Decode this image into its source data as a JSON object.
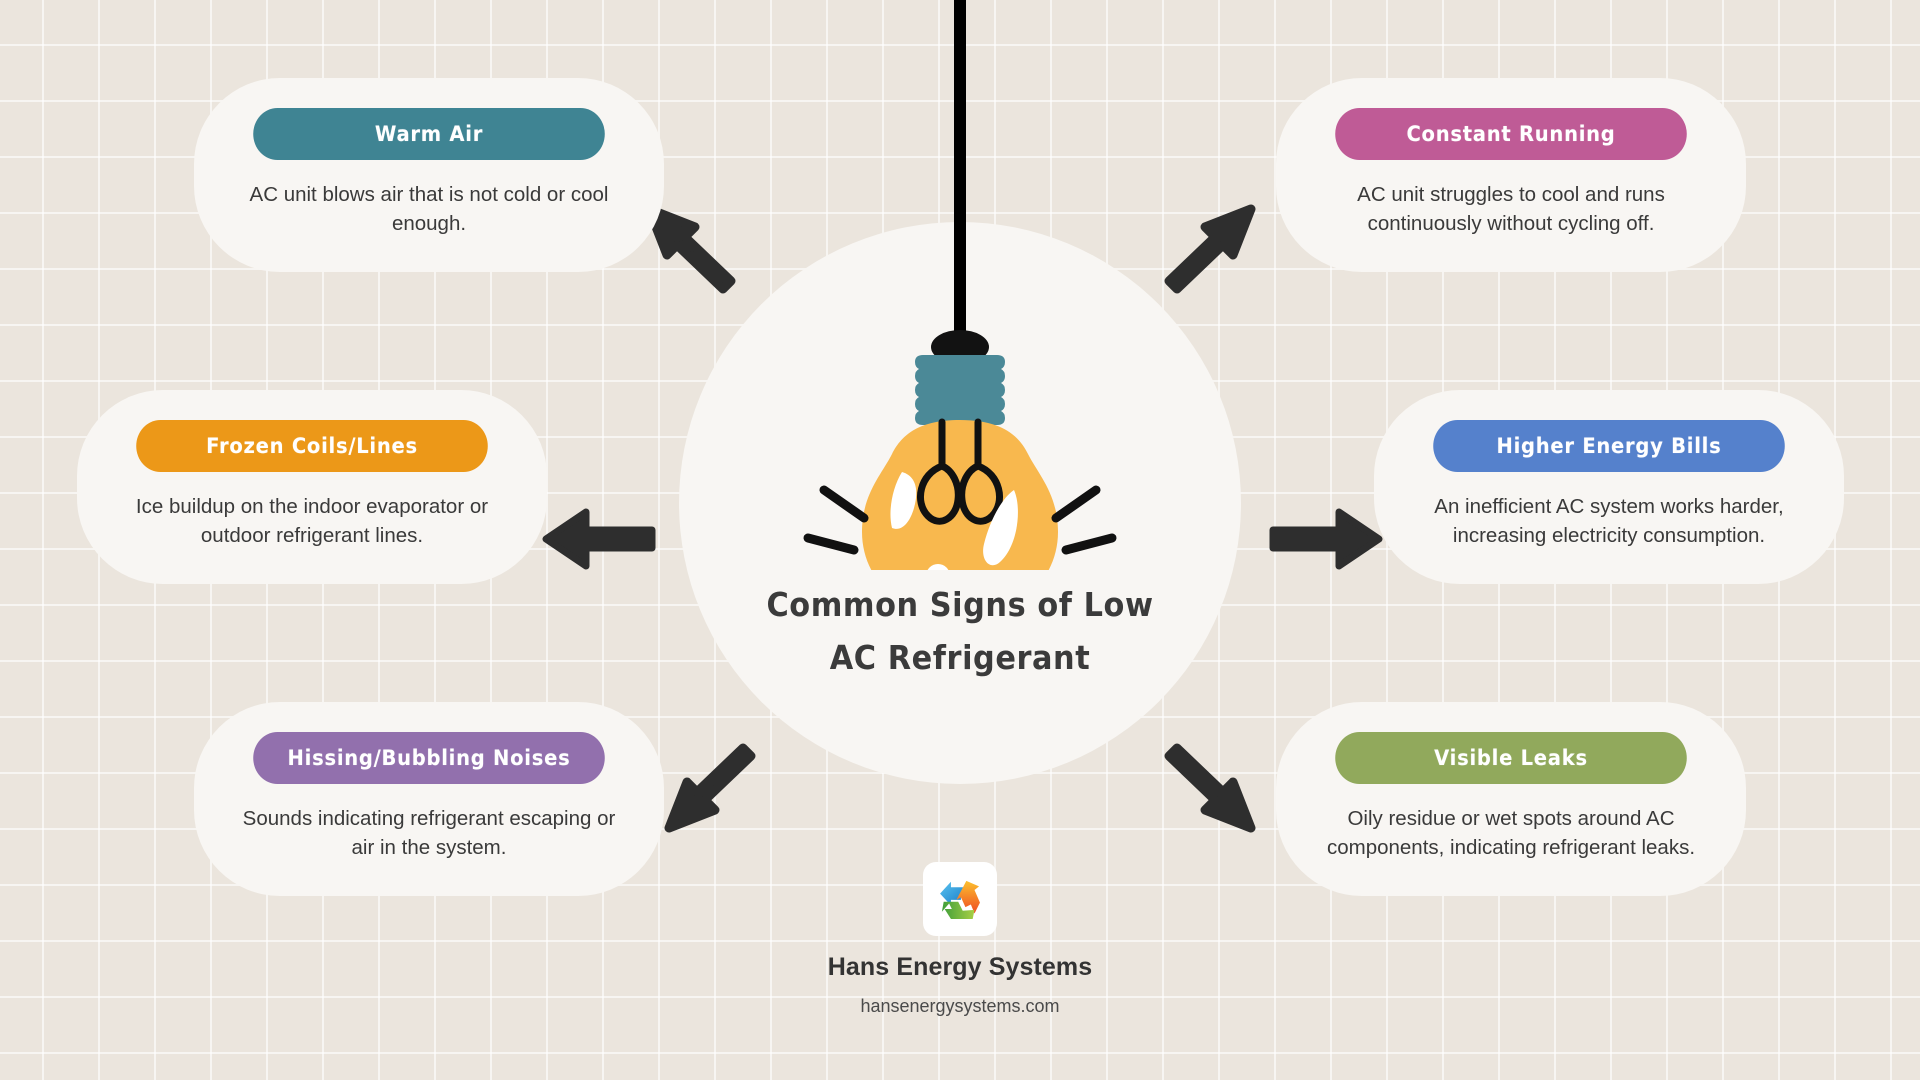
{
  "theme": {
    "background": "#ebe5dd",
    "grid_line": "#f5f1ec",
    "card_bg": "#f8f6f3",
    "hub_bg": "#f8f6f3",
    "arrow_color": "#2e2e2e",
    "title_color": "#3b3b3b",
    "body_text_color": "#3a3a3a"
  },
  "center": {
    "title_line1": "Common Signs of Low",
    "title_line2": "AC Refrigerant",
    "icon": "lightbulb-icon",
    "bulb_glass_color": "#f8b84e",
    "bulb_cap_color": "#4b8997",
    "bulb_cord_color": "#000000"
  },
  "cards": [
    {
      "id": "warm-air",
      "heading": "Warm Air",
      "description": "AC unit blows air that is not cold or cool enough.",
      "accent": "#3f8493",
      "position": "top-left"
    },
    {
      "id": "frozen-coils",
      "heading": "Frozen Coils/Lines",
      "description": "Ice buildup on the indoor evaporator or outdoor refrigerant lines.",
      "accent": "#ec9818",
      "position": "middle-left"
    },
    {
      "id": "hissing",
      "heading": "Hissing/Bubbling Noises",
      "description": "Sounds indicating refrigerant escaping or air in the system.",
      "accent": "#9270ad",
      "position": "bottom-left"
    },
    {
      "id": "constant-running",
      "heading": "Constant Running",
      "description": "AC unit struggles to cool and runs continuously without cycling off.",
      "accent": "#bf5b96",
      "position": "top-right"
    },
    {
      "id": "higher-bills",
      "heading": "Higher Energy Bills",
      "description": "An inefficient AC system works harder, increasing electricity consumption.",
      "accent": "#5581cc",
      "position": "middle-right"
    },
    {
      "id": "visible-leaks",
      "heading": "Visible Leaks",
      "description": "Oily residue or wet spots around AC components, indicating refrigerant leaks.",
      "accent": "#91a95c",
      "position": "bottom-right"
    }
  ],
  "arrows": [
    {
      "id": "arrow-upleft",
      "direction": "up-left",
      "target": "warm-air"
    },
    {
      "id": "arrow-upright",
      "direction": "up-right",
      "target": "constant-running"
    },
    {
      "id": "arrow-left",
      "direction": "left",
      "target": "frozen-coils"
    },
    {
      "id": "arrow-right",
      "direction": "right",
      "target": "higher-bills"
    },
    {
      "id": "arrow-downleft",
      "direction": "down-left",
      "target": "hissing"
    },
    {
      "id": "arrow-downright",
      "direction": "down-right",
      "target": "visible-leaks"
    }
  ],
  "footer": {
    "logo_icon": "recycle-arrows-logo",
    "brand_name": "Hans Energy Systems",
    "website": "hansenergysystems.com"
  }
}
